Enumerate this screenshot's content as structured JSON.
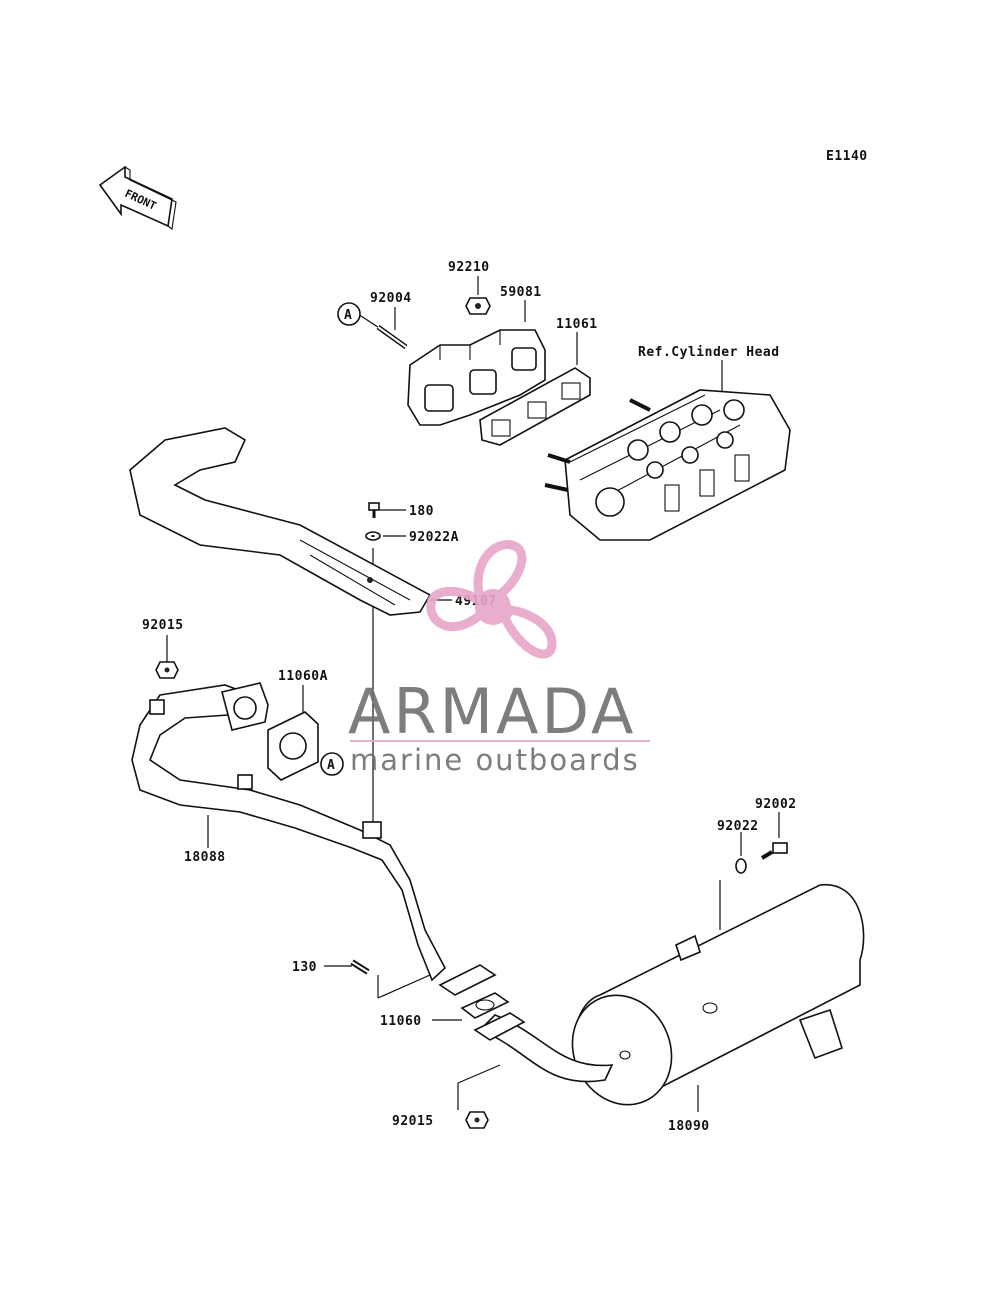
{
  "diagram_code": "E1140",
  "front_arrow_label": "FRONT",
  "callout_letter": "A",
  "reference_label": "Ref.Cylinder Head",
  "watermark": {
    "brand": "ARMADA",
    "tagline": "marine outboards",
    "logo_color": "#e7a6c8",
    "text_color": "#6f6f6f",
    "rule_color": "#e7a6c8"
  },
  "parts": {
    "p92210": "92210",
    "p92004": "92004",
    "p59081": "59081",
    "p11061": "11061",
    "p180": "180",
    "p92022A": "92022A",
    "p49107": "49107",
    "p92015_top": "92015",
    "p11060A": "11060A",
    "p18088": "18088",
    "p92002": "92002",
    "p92022": "92022",
    "p130": "130",
    "p11060": "11060",
    "p92015_bottom": "92015",
    "p18090": "18090"
  }
}
